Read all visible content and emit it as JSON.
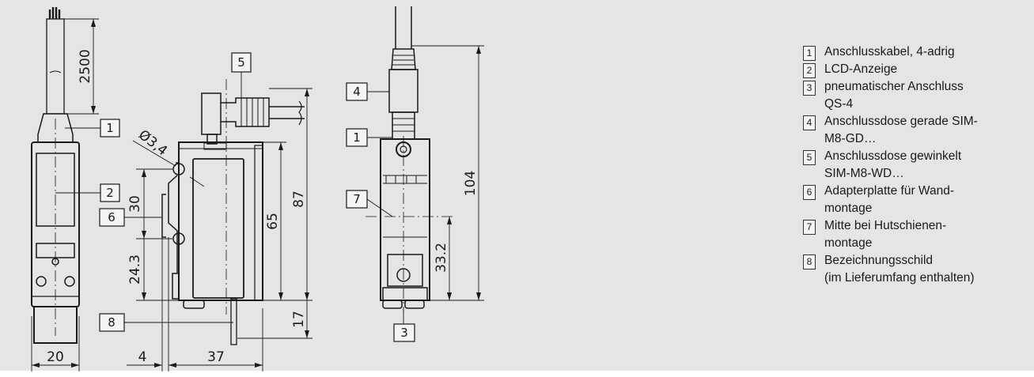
{
  "dimensions": {
    "cable_length": "2500",
    "width_front": "20",
    "hole_dia": "Ø3,4",
    "hole_spacing": "30",
    "lower_hole": "24.3",
    "body_height": "65",
    "total_height": "87",
    "bottom_offset": "17",
    "plate_offset": "4",
    "depth": "37",
    "right_height": "104",
    "center_height": "33.2"
  },
  "callouts": [
    "1",
    "2",
    "3",
    "4",
    "5",
    "6",
    "7",
    "8"
  ],
  "legend": [
    {
      "num": "1",
      "lines": [
        "Anschlusskabel, 4-adrig"
      ]
    },
    {
      "num": "2",
      "lines": [
        "LCD-Anzeige"
      ]
    },
    {
      "num": "3",
      "lines": [
        "pneumatischer Anschluss",
        "QS-4"
      ]
    },
    {
      "num": "4",
      "lines": [
        "Anschlussdose gerade SIM-",
        "M8-GD…"
      ]
    },
    {
      "num": "5",
      "lines": [
        "Anschlussdose gewinkelt",
        "SIM-M8-WD…"
      ]
    },
    {
      "num": "6",
      "lines": [
        "Adapterplatte für Wand-",
        "montage"
      ]
    },
    {
      "num": "7",
      "lines": [
        "Mitte bei Hutschienen-",
        "montage"
      ]
    },
    {
      "num": "8",
      "lines": [
        "Bezeichnungsschild",
        "(im Lieferumfang enthalten)"
      ]
    }
  ]
}
